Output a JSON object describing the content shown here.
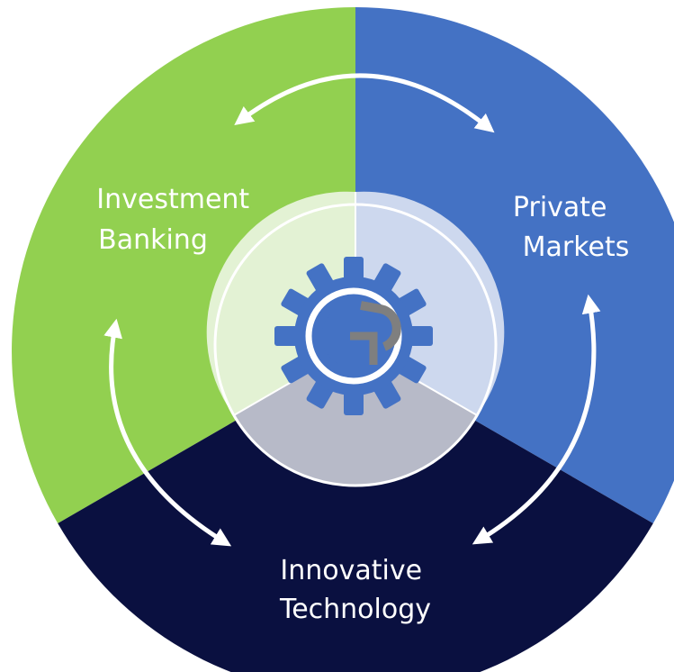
{
  "segments": [
    {
      "id": "investment-banking",
      "line1": "Investment",
      "line2": "Banking",
      "color": "#92d050",
      "inner_color": "#e3f2d4"
    },
    {
      "id": "private-markets",
      "line1": "Private",
      "line2": "Markets",
      "color": "#4472c4",
      "inner_color": "#cdd8ee"
    },
    {
      "id": "innovative-technology",
      "line1": "Innovative",
      "line2": "Technology",
      "color": "#0a1040",
      "inner_color": "#b7bac8"
    }
  ],
  "center": {
    "icon": "gear-icon",
    "gear_color": "#4472c4",
    "arc_color": "#7f7f7f"
  },
  "arrows": {
    "color": "#ffffff",
    "style": "double-headed-curved"
  }
}
